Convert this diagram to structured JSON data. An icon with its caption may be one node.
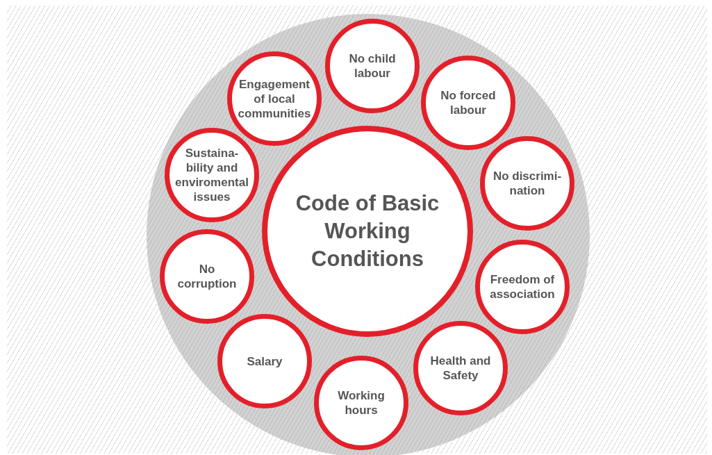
{
  "diagram": {
    "nodes": [
      {
        "text": [
          "Code of Basic Working Conditions"
        ]
      },
      {
        "text": [
          "No child labour"
        ]
      },
      {
        "text": [
          "No forced labour"
        ]
      },
      {
        "text": [
          "No discrimi- nation"
        ]
      },
      {
        "text": [
          "Freedom of association"
        ]
      },
      {
        "text": [
          "Health and Safety"
        ]
      },
      {
        "text": [
          "Working hours"
        ]
      },
      {
        "text": [
          "Salary"
        ]
      },
      {
        "text": [
          "No corruption"
        ]
      },
      {
        "text": [
          "Sustaina- bility and enviromental issues"
        ]
      },
      {
        "text": [
          "Engagement of local communities"
        ]
      }
    ]
  }
}
